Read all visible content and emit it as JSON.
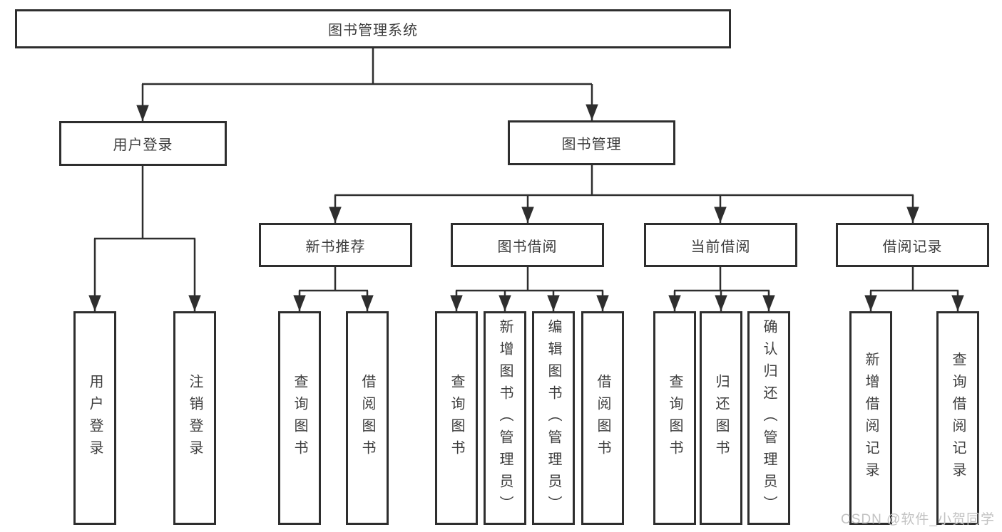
{
  "tree": {
    "label": "图书管理系统",
    "children": [
      {
        "label": "用户登录",
        "children": [
          {
            "label": "用户登录"
          },
          {
            "label": "注销登录"
          }
        ]
      },
      {
        "label": "图书管理",
        "children": [
          {
            "label": "新书推荐",
            "children": [
              {
                "label": "查询图书"
              },
              {
                "label": "借阅图书"
              }
            ]
          },
          {
            "label": "图书借阅",
            "children": [
              {
                "label": "查询图书"
              },
              {
                "label": "新增图书（管理员）"
              },
              {
                "label": "编辑图书（管理员）"
              },
              {
                "label": "借阅图书"
              }
            ]
          },
          {
            "label": "当前借阅",
            "children": [
              {
                "label": "查询图书"
              },
              {
                "label": "归还图书"
              },
              {
                "label": "确认归还（管理员）"
              }
            ]
          },
          {
            "label": "借阅记录",
            "children": [
              {
                "label": "新增借阅记录"
              },
              {
                "label": "查询借阅记录"
              }
            ]
          }
        ]
      }
    ]
  },
  "watermark": {
    "text": "CSDN @软件_小贺同学"
  },
  "colors": {
    "line": "#2e2e2e",
    "box_border": "#2e2e2e",
    "text": "#3d3d3d",
    "watermark": "#c2c2c2",
    "background": "#ffffff"
  }
}
